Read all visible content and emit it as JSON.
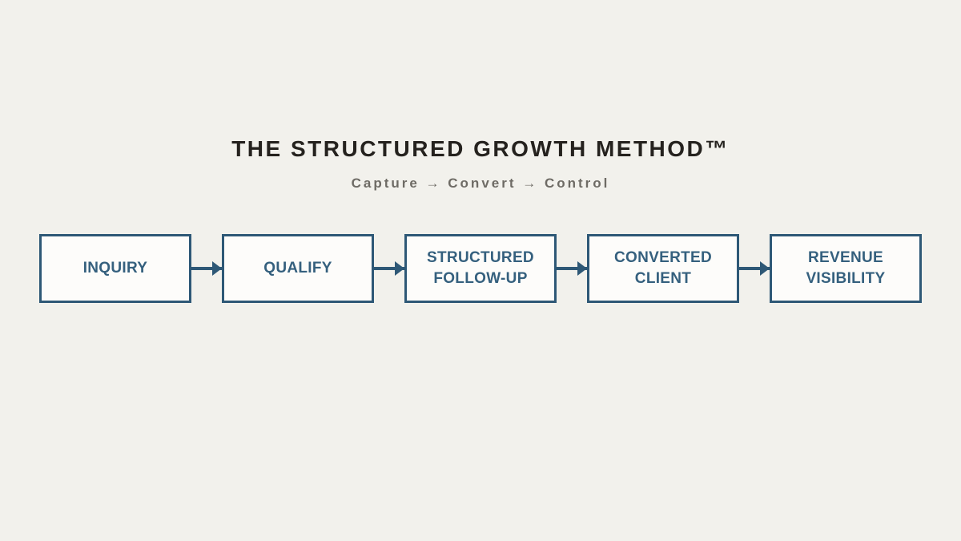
{
  "header": {
    "title": "THE STRUCTURED GROWTH METHOD™",
    "subtitle": "Capture → Convert → Control"
  },
  "flow": {
    "steps": [
      {
        "label": "INQUIRY"
      },
      {
        "label": "QUALIFY"
      },
      {
        "label": "STRUCTURED FOLLOW-UP"
      },
      {
        "label": "CONVERTED CLIENT"
      },
      {
        "label": "REVENUE VISIBILITY"
      }
    ]
  },
  "colors": {
    "background": "#f2f1ec",
    "box_fill": "#fdfcfa",
    "accent": "#2e5876",
    "box_text": "#35607e",
    "title_text": "#25221e",
    "subtitle_text": "#6e6b65"
  }
}
